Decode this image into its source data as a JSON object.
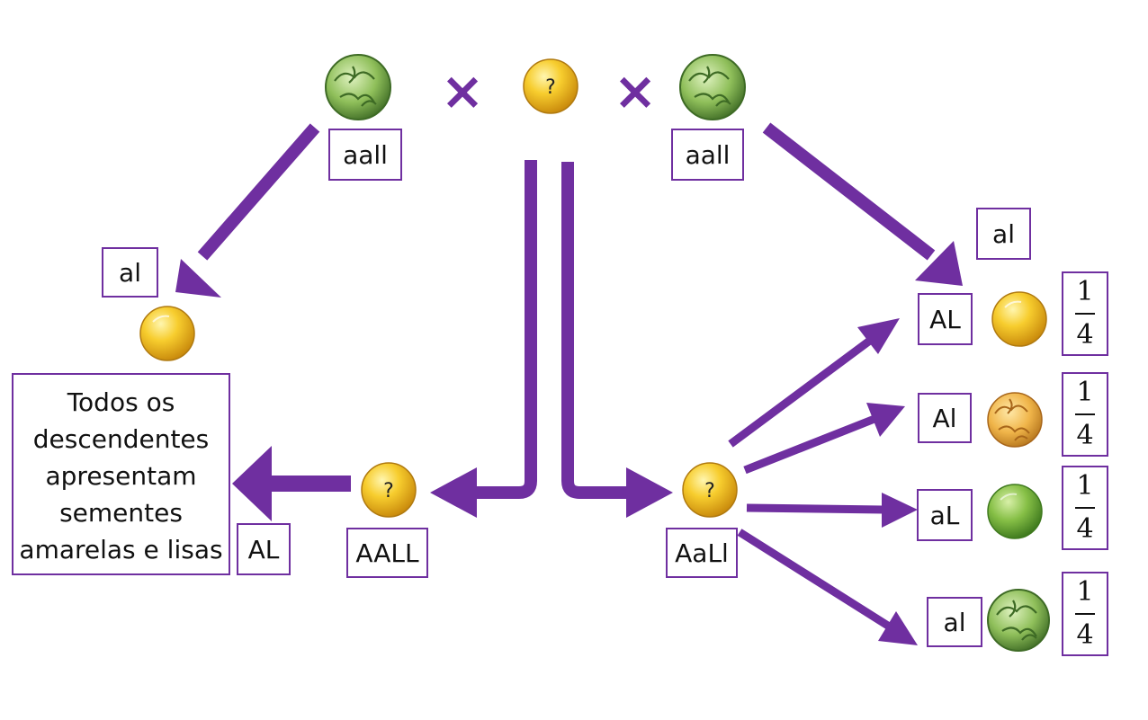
{
  "parents": {
    "left_genotype": "aall",
    "right_genotype": "aall",
    "unknown_mark": "?",
    "cross_symbol": "×"
  },
  "left_branch": {
    "gamete_from_aall": "al",
    "unknown_genotype": "AALL",
    "unknown_gamete": "AL",
    "result_text": [
      "Todos os",
      "descendentes",
      "apresentam",
      "sementes",
      "amarelas e lisas"
    ]
  },
  "right_branch": {
    "gamete_from_aall": "al",
    "unknown_genotype": "AaLl",
    "offspring": [
      {
        "gamete": "AL",
        "seed": "yellow-smooth-seed-icon",
        "num": "1",
        "den": "4"
      },
      {
        "gamete": "Al",
        "seed": "yellow-wrinkled-seed-icon",
        "num": "1",
        "den": "4"
      },
      {
        "gamete": "aL",
        "seed": "green-smooth-seed-icon",
        "num": "1",
        "den": "4"
      },
      {
        "gamete": "al",
        "seed": "green-wrinkled-seed-icon",
        "num": "1",
        "den": "4"
      }
    ]
  },
  "colors": {
    "accent": "#6f2fa0",
    "yellow": "#f5c518",
    "green": "#7cb342"
  }
}
